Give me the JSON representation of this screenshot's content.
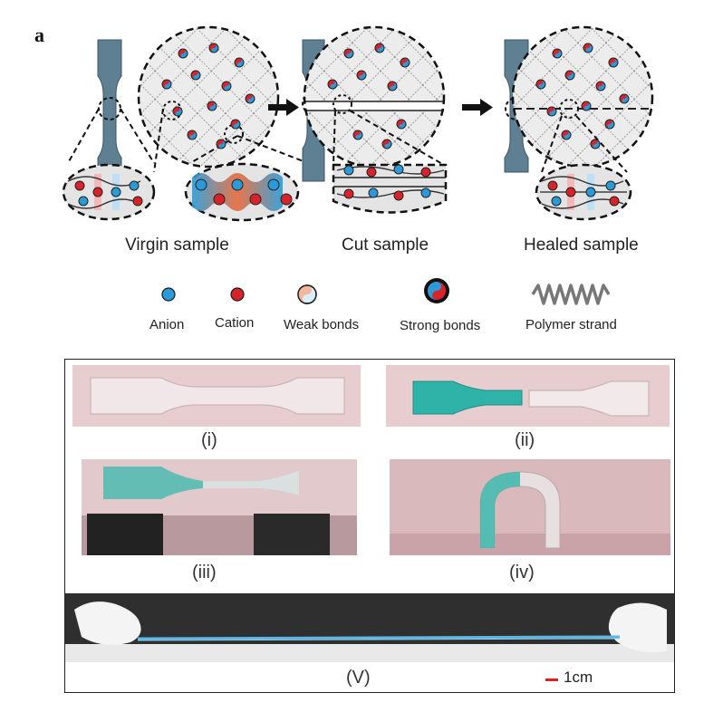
{
  "panel_label": "a",
  "stages": [
    {
      "caption": "Virgin  sample"
    },
    {
      "caption": "Cut sample"
    },
    {
      "caption": "Healed sample"
    }
  ],
  "legend": [
    {
      "label": "Anion",
      "icon": "anion-icon"
    },
    {
      "label": "Cation",
      "icon": "cation-icon"
    },
    {
      "label": "Weak bonds",
      "icon": "weak-bond-icon"
    },
    {
      "label": "Strong bonds",
      "icon": "strong-bond-icon"
    },
    {
      "label": "Polymer strand",
      "icon": "polymer-strand-icon"
    }
  ],
  "photos": [
    {
      "label": "(i)"
    },
    {
      "label": "(ii)"
    },
    {
      "label": "(iii)"
    },
    {
      "label": "(iv)"
    },
    {
      "label": "(V)"
    }
  ],
  "scale_bar": {
    "label": "1cm",
    "color": "#e02020"
  },
  "colors": {
    "anion": "#2a9bd8",
    "cation": "#d8232a",
    "specimen": "#5f7f92",
    "gel": "#2fb3a8",
    "background_pink": "#e7cdd0"
  }
}
